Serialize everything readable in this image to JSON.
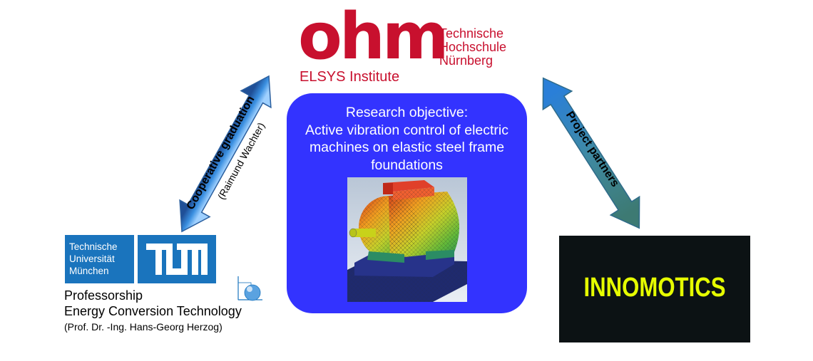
{
  "ohm": {
    "wordmark": "ohm",
    "name_lines": [
      "Technische",
      "Hochschule",
      "Nürnberg"
    ],
    "institute": "ELSYS Institute",
    "color": "#c8102e"
  },
  "panel": {
    "lines": [
      "Research objective:",
      "Active vibration control of electric",
      "machines on elastic steel frame",
      "foundations"
    ],
    "color": "#3333ff",
    "image": "electric-motor-fem-mesh-image"
  },
  "tum": {
    "logo_lines": [
      "Technische",
      "Universität",
      "München"
    ],
    "logo_mark": "TUM",
    "color": "#1a74bd",
    "professorship_lines": [
      "Professorship",
      "Energy Conversion Technology"
    ],
    "professor": "(Prof. Dr. -Ing. Hans-Georg Herzog)"
  },
  "innomotics": {
    "label": "INNOMOTICS",
    "bg_color": "#0c1214",
    "text_color": "#e6ff00"
  },
  "arrows": {
    "left_label": "Cooperative graduation",
    "left_sublabel": "(Raimund Wachter)",
    "right_label": "Project partners"
  }
}
